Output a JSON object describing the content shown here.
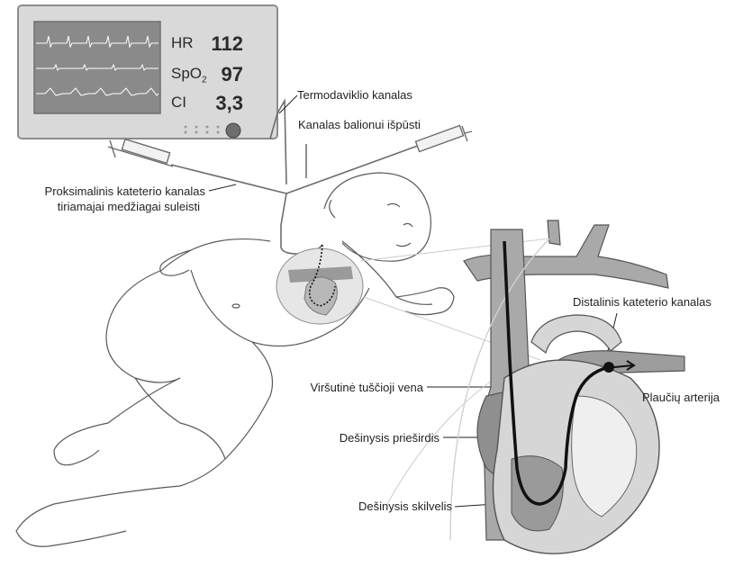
{
  "monitor": {
    "readouts": [
      {
        "name": "HR",
        "value": "112"
      },
      {
        "name": "SpO",
        "sub": "2",
        "value": "97"
      },
      {
        "name": "CI",
        "value": "3,3"
      }
    ]
  },
  "labels": {
    "thermistor": "Termodaviklio kanalas",
    "balloon": "Kanalas balionui išpūsti",
    "proximal_line1": "Proksimalinis kateterio kanalas",
    "proximal_line2": "tiriamajai medžiagai suleisti",
    "distal": "Distalinis kateterio kanalas",
    "pulmonary_artery": "Plaučių arterija",
    "svc": "Viršutinė tuščioji vena",
    "right_atrium": "Dešinysis prieširdis",
    "right_ventricle": "Dešinysis skilvelis"
  },
  "colors": {
    "monitor_body": "#d9d9d9",
    "screen": "#8a8a8a",
    "vessel_dark": "#6d6d6d",
    "vessel_mid": "#a9a9a9",
    "vessel_light": "#d6d6d6",
    "catheter": "#111111"
  }
}
